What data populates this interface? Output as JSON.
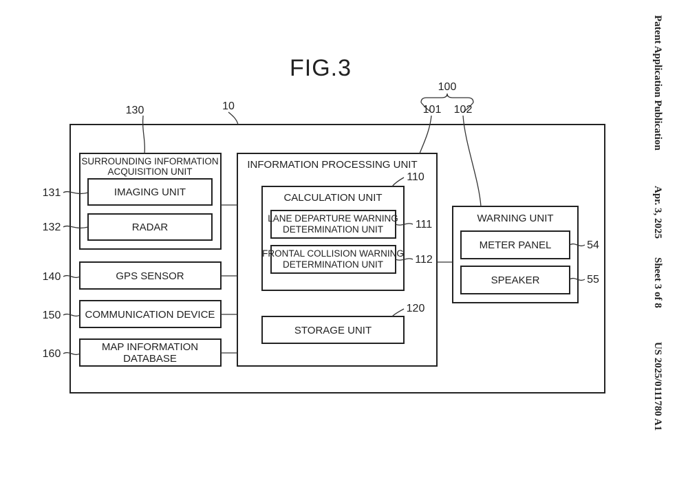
{
  "header": {
    "publication_type": "Patent Application Publication",
    "date": "Apr. 3, 2025",
    "sheet": "Sheet 3 of 8",
    "number": "US 2025/0111780 A1"
  },
  "figure": {
    "title": "FIG.3"
  },
  "refs": {
    "r10": "10",
    "r100": "100",
    "r101": "101",
    "r102": "102",
    "r110": "110",
    "r111": "111",
    "r112": "112",
    "r120": "120",
    "r130": "130",
    "r131": "131",
    "r132": "132",
    "r140": "140",
    "r150": "150",
    "r160": "160",
    "r54": "54",
    "r55": "55"
  },
  "blocks": {
    "surrounding": [
      "SURROUNDING INFORMATION",
      "ACQUISITION UNIT"
    ],
    "imaging": "IMAGING UNIT",
    "radar": "RADAR",
    "gps": "GPS SENSOR",
    "communication": "COMMUNICATION DEVICE",
    "map": [
      "MAP INFORMATION",
      "DATABASE"
    ],
    "info_processing": "INFORMATION PROCESSING UNIT",
    "calculation": "CALCULATION UNIT",
    "lane_departure": [
      "LANE DEPARTURE WARNING",
      "DETERMINATION UNIT"
    ],
    "frontal_collision": [
      "FRONTAL COLLISION WARNING",
      "DETERMINATION UNIT"
    ],
    "storage": "STORAGE UNIT",
    "warning": "WARNING UNIT",
    "meter_panel": "METER PANEL",
    "speaker": "SPEAKER"
  }
}
